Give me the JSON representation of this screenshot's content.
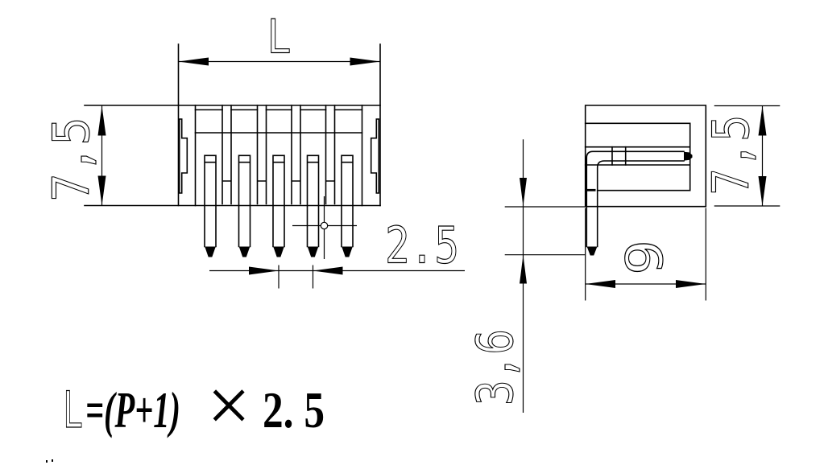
{
  "canvas": {
    "background_color": "#ffffff",
    "line_color": "#000000"
  },
  "front_view": {
    "pin_count": 5,
    "dim_width_label": "L",
    "dim_height_label": "7,5",
    "dim_pitch_label": "2.5"
  },
  "side_view": {
    "dim_height_label": "7,5",
    "dim_depth_label": "9",
    "dim_pin_extension_label": "3,6"
  },
  "formula": {
    "lhs": "L",
    "expr": "=(P+1)",
    "times": "×",
    "value": "2. 5"
  }
}
